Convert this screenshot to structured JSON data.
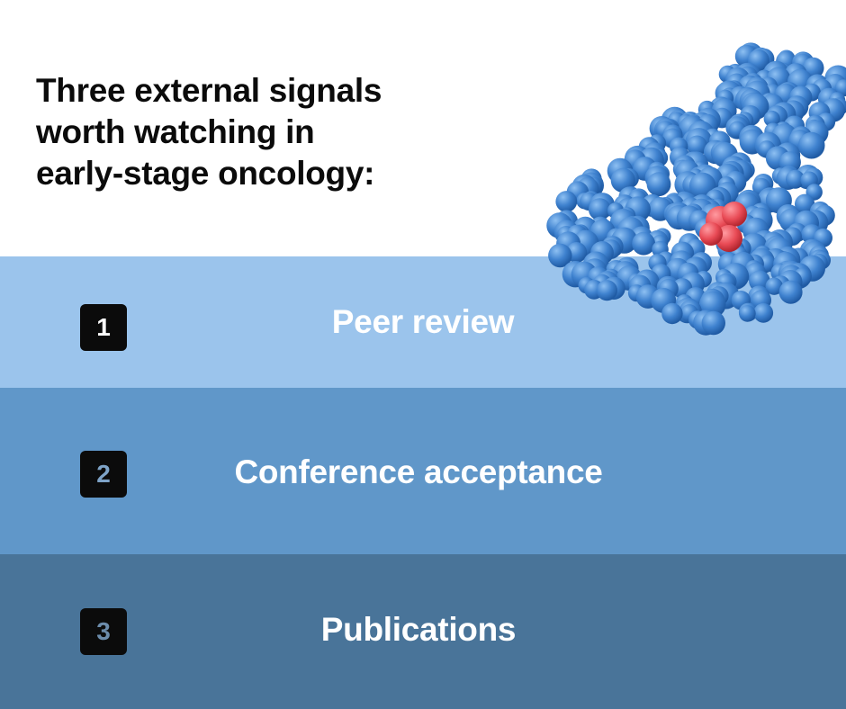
{
  "headline": {
    "lines": [
      "Three external signals",
      "worth watching in",
      "early-stage oncology:"
    ]
  },
  "signals": [
    {
      "number": "1",
      "label": "Peer review"
    },
    {
      "number": "2",
      "label": "Conference acceptance"
    },
    {
      "number": "3",
      "label": "Publications"
    }
  ],
  "colors": {
    "band_1": "#9bc4ec",
    "band_2": "#6097c9",
    "band_3": "#497499",
    "protein_blue": "#3f82cf",
    "protein_highlight": "#e84a55"
  }
}
